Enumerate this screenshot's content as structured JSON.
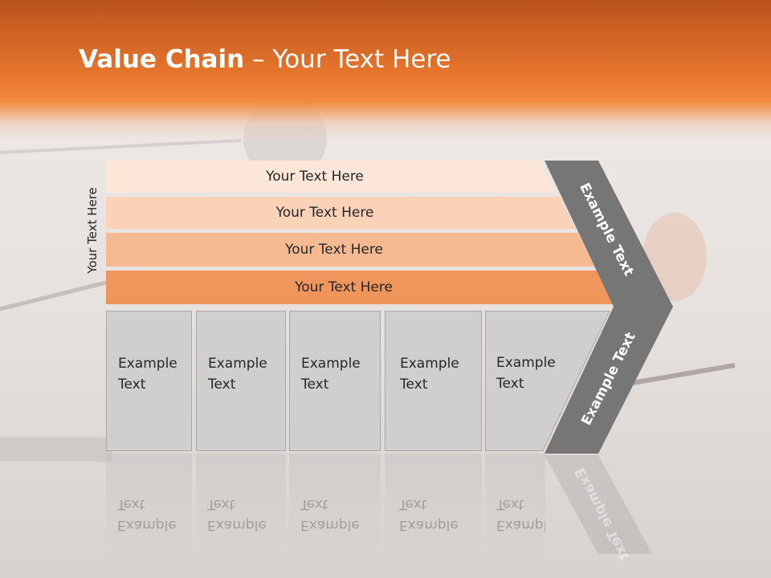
{
  "title": {
    "bold": "Value Chain",
    "rest": " – Your Text Here"
  },
  "side_label": "Your Text Here",
  "bars": [
    {
      "label": "Your Text Here",
      "color": "#fce6d8"
    },
    {
      "label": "Your Text Here",
      "color": "#f9d2b8"
    },
    {
      "label": "Your Text Here",
      "color": "#f6ba92"
    },
    {
      "label": "Your Text Here",
      "color": "#f0955c"
    }
  ],
  "boxes": [
    {
      "line1": "Example",
      "line2": "Text"
    },
    {
      "line1": "Example",
      "line2": "Text"
    },
    {
      "line1": "Example",
      "line2": "Text"
    },
    {
      "line1": "Example",
      "line2": "Text"
    },
    {
      "line1": "Example",
      "line2": "Text"
    }
  ],
  "chevron": {
    "upper_text": "Example Text",
    "lower_text": "Example Text",
    "color": "#767676"
  },
  "colors": {
    "header": "#e8772e",
    "box": "#cfcfcf"
  }
}
